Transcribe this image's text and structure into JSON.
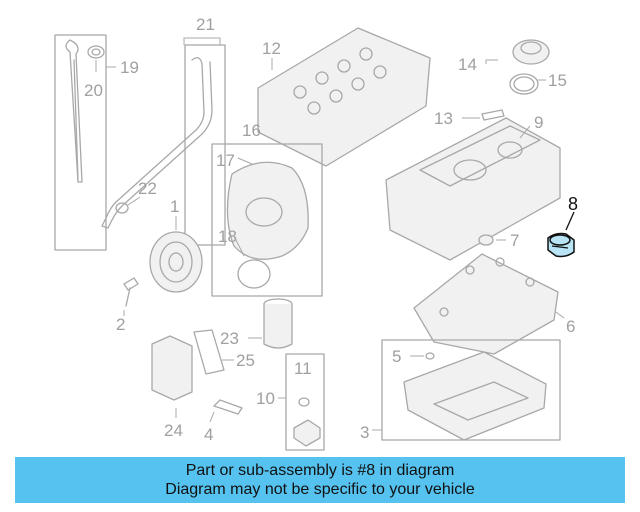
{
  "callouts": {
    "c1": "1",
    "c2": "2",
    "c3": "3",
    "c4": "4",
    "c5": "5",
    "c6": "6",
    "c7": "7",
    "c8": "8",
    "c9": "9",
    "c10": "10",
    "c11": "11",
    "c12": "12",
    "c13": "13",
    "c14": "14",
    "c15": "15",
    "c16": "16",
    "c17": "17",
    "c18": "18",
    "c19": "19",
    "c20": "20",
    "c21": "21",
    "c22": "22",
    "c23": "23",
    "c24": "24",
    "c25": "25"
  },
  "highlight": {
    "part_number": "8",
    "color": "#b8e4f5"
  },
  "banner": {
    "line1": "Part or sub-assembly is #8 in diagram",
    "line2": "Diagram may not be specific to your vehicle",
    "background": "#55c2ef"
  }
}
